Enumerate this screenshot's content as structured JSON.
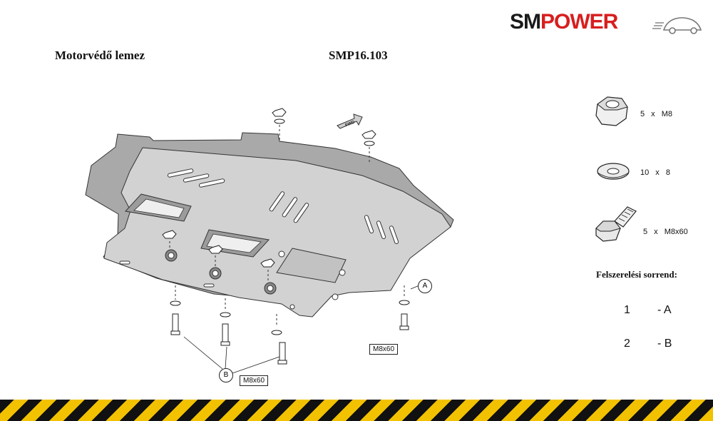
{
  "header": {
    "part_name": "Motorvédő lemez",
    "part_code": "SMP16.103",
    "logo_left": "SM",
    "logo_right": "POWER"
  },
  "hardware": [
    {
      "icon": "hex-nut-icon",
      "label": "5 x M8"
    },
    {
      "icon": "washer-icon",
      "label": "10 x 8"
    },
    {
      "icon": "hex-bolt-icon",
      "label": "5 x M8x60"
    }
  ],
  "sequence": {
    "title": "Felszerelési sorrend:",
    "steps": [
      {
        "num": "1",
        "letter": "- A"
      },
      {
        "num": "2",
        "letter": "- B"
      }
    ]
  },
  "diagram": {
    "fwd_label": "FWD",
    "callout_a_letter": "A",
    "callout_b_letter": "B",
    "callout_a_box": "M8x60",
    "callout_b_box": "M8x60"
  },
  "colors": {
    "plate": "#d2d2d2",
    "plate_shadow": "#a9a9a9",
    "logo_red": "#d81e1e",
    "hazard_yellow": "#f2c200",
    "hazard_black": "#111111"
  }
}
